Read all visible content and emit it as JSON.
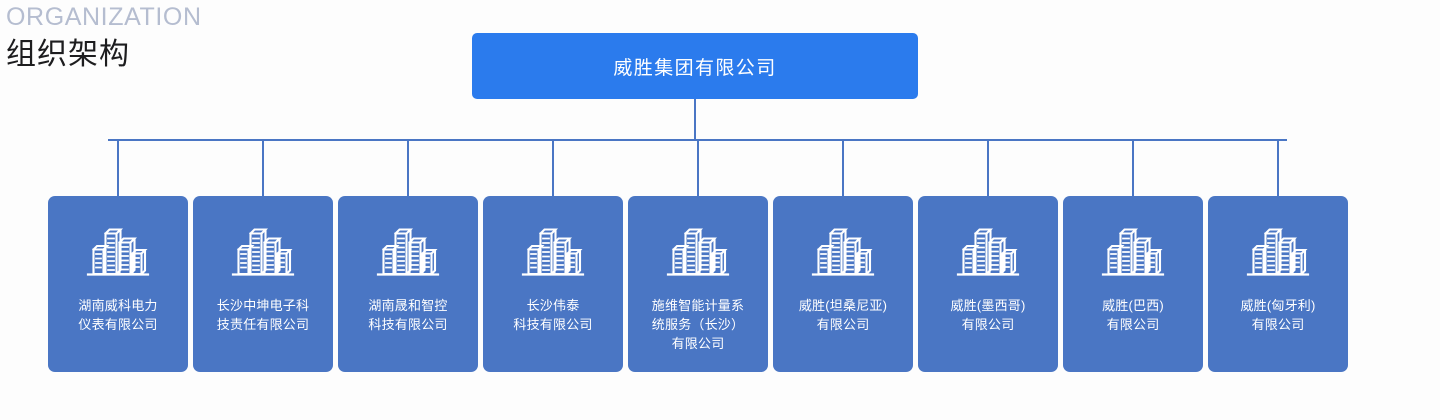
{
  "heading": {
    "eyebrow": "ORGANIZATION",
    "title": "组织架构"
  },
  "colors": {
    "page_background": "#fdfdfd",
    "root_node_fill": "#2b7bed",
    "child_card_fill": "#4a76c4",
    "connector_line": "#4a76c4",
    "eyebrow_text": "#b5bdd0",
    "title_text": "#1d1d1f",
    "card_text": "#ffffff"
  },
  "chart_data": {
    "type": "diagram",
    "diagram_kind": "org-chart",
    "title": "组织架构",
    "root": "威胜集团有限公司",
    "children": [
      "湖南威科电力仪表有限公司",
      "长沙中坤电子科技责任有限公司",
      "湖南晟和智控科技有限公司",
      "长沙伟泰科技有限公司",
      "施维智能计量系统服务（长沙）有限公司",
      "威胜(坦桑尼亚)有限公司",
      "威胜(墨西哥)有限公司",
      "威胜(巴西)有限公司",
      "威胜(匈牙利)有限公司"
    ],
    "child_count": 9,
    "depth": 2
  },
  "root_node": {
    "label": "威胜集团有限公司"
  },
  "cards": [
    {
      "icon": "buildings-icon",
      "label": "湖南威科电力\n仪表有限公司"
    },
    {
      "icon": "buildings-icon",
      "label": "长沙中坤电子科\n技责任有限公司"
    },
    {
      "icon": "buildings-icon",
      "label": "湖南晟和智控\n科技有限公司"
    },
    {
      "icon": "buildings-icon",
      "label": "长沙伟泰\n科技有限公司"
    },
    {
      "icon": "buildings-icon",
      "label": "施维智能计量系\n统服务（长沙）\n有限公司"
    },
    {
      "icon": "buildings-icon",
      "label": "威胜(坦桑尼亚)\n有限公司"
    },
    {
      "icon": "buildings-icon",
      "label": "威胜(墨西哥)\n有限公司"
    },
    {
      "icon": "buildings-icon",
      "label": "威胜(巴西)\n有限公司"
    },
    {
      "icon": "buildings-icon",
      "label": "威胜(匈牙利)\n有限公司"
    }
  ]
}
